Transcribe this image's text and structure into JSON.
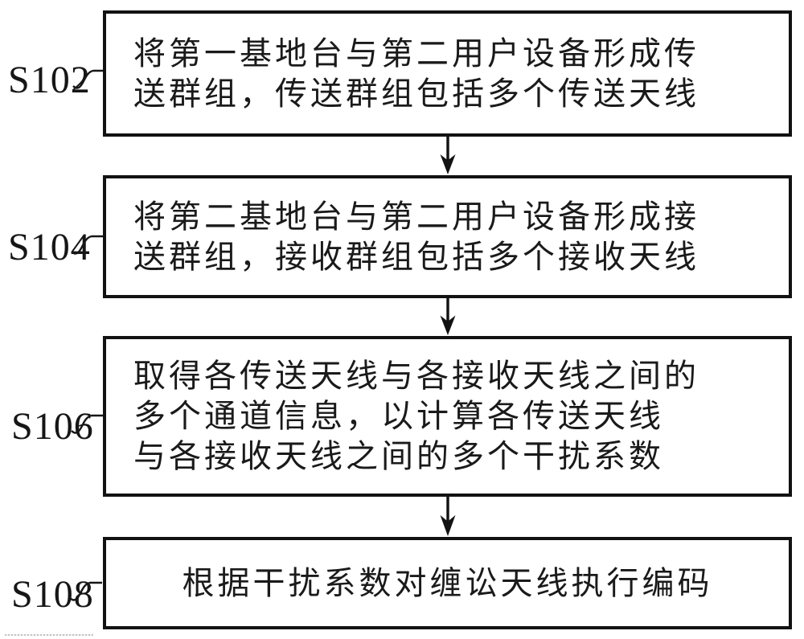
{
  "figure": {
    "type": "flowchart",
    "background_color": "#ffffff",
    "line_color": "#121212",
    "text_color": "#1a1a1a",
    "steps": [
      {
        "label": "S102",
        "lines": [
          "将第一基地台与第二用户设备形成传",
          "送群组，传送群组包括多个传送天线"
        ]
      },
      {
        "label": "S104",
        "lines": [
          "将第二基地台与第二用户设备形成接",
          "送群组，接收群组包括多个接收天线"
        ]
      },
      {
        "label": "S106",
        "lines": [
          "取得各传送天线与各接收天线之间的",
          "多个通道信息，以计算各传送天线",
          "与各接收天线之间的多个干扰系数"
        ]
      },
      {
        "label": "S108",
        "lines": [
          "根据干扰系数对缠讼天线执行编码"
        ]
      }
    ]
  }
}
